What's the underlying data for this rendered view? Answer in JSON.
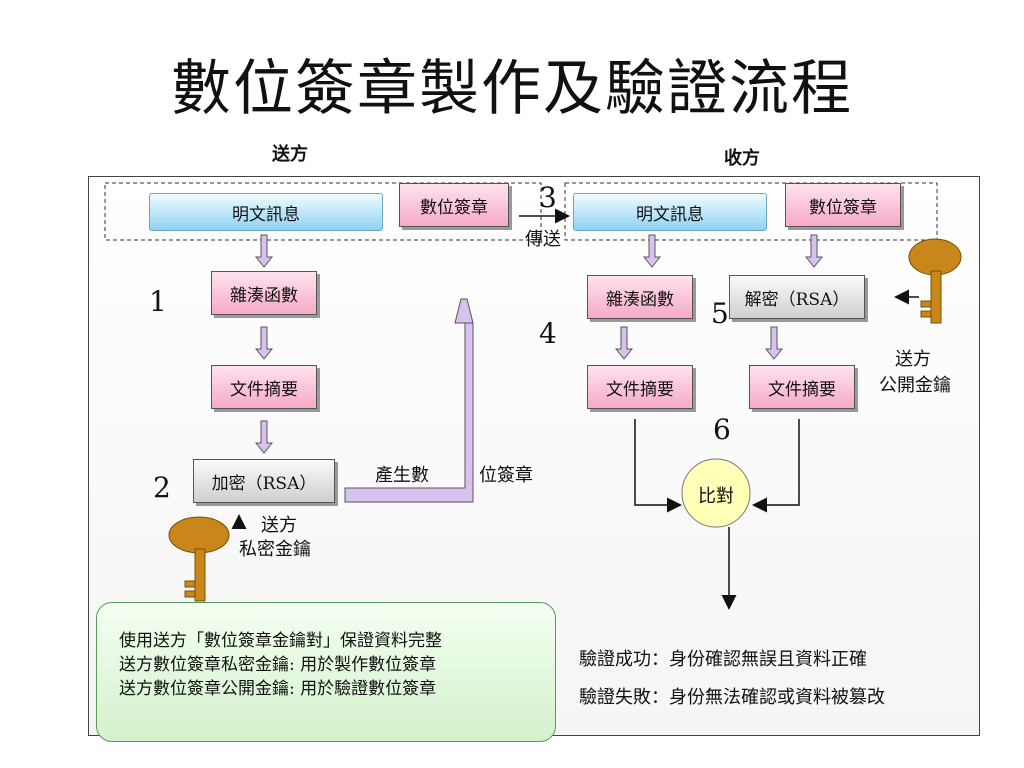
{
  "title": "數位簽章製作及驗證流程",
  "sender_label": "送方",
  "receiver_label": "收方",
  "sender": {
    "plaintext": "明文訊息",
    "signature": "數位簽章",
    "hash": "雜湊函數",
    "digest": "文件摘要",
    "encrypt": "加密（RSA）",
    "step1": "1",
    "step2": "2",
    "generate_sig": "產生數",
    "generate_sig2": "位簽章",
    "private_key_line1": "送方",
    "private_key_line2": "私密金鑰"
  },
  "transfer": {
    "step": "3",
    "label": "傳送"
  },
  "receiver": {
    "plaintext": "明文訊息",
    "signature": "數位簽章",
    "hash": "雜湊函數",
    "decrypt": "解密（RSA）",
    "digest_left": "文件摘要",
    "digest_right": "文件摘要",
    "compare": "比對",
    "step4": "4",
    "step5": "5",
    "step6": "6",
    "public_key_line1": "送方",
    "public_key_line2": "公開金鑰"
  },
  "note": [
    "使用送方「數位簽章金鑰對」保證資料完整",
    "送方數位簽章私密金鑰: 用於製作數位簽章",
    "送方數位簽章公開金鑰: 用於驗證數位簽章"
  ],
  "results": {
    "success": "驗證成功：身份確認無誤且資料正確",
    "failure": "驗證失敗：身份無法確認或資料被篡改"
  },
  "colors": {
    "pink": "#f5a9c9",
    "blue": "#8fd2f2",
    "arrow_fill": "#d9c2ef",
    "key": "#c9861a",
    "compare": "#ffffb8"
  },
  "icons": [
    "key-icon",
    "key-icon"
  ]
}
